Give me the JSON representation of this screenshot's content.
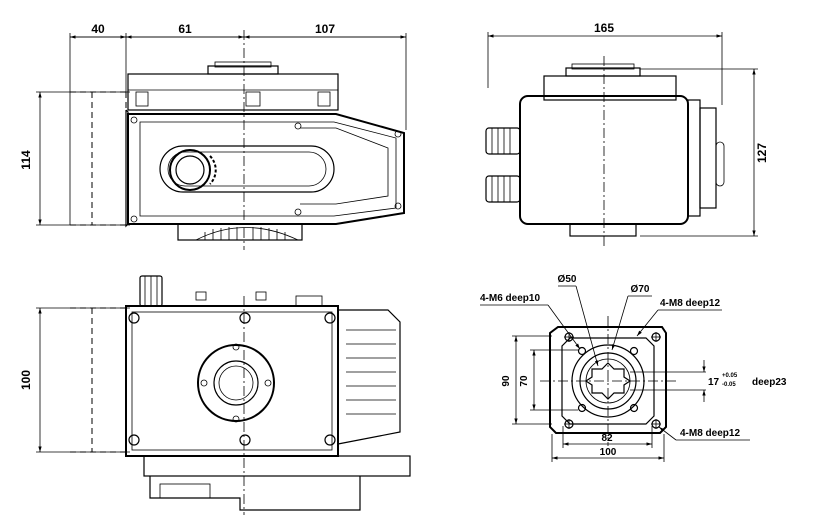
{
  "dimensions": {
    "front_left": "40",
    "front_mid": "61",
    "front_right": "107",
    "front_height": "114",
    "side_width": "165",
    "side_height": "127",
    "top_height": "100",
    "flange_dia_small": "Ø50",
    "flange_dia_large": "Ø70",
    "flange_h_outer": "90",
    "flange_h_inner": "70",
    "flange_w_inner": "82",
    "flange_w_outer": "100",
    "square_drive": "17",
    "tol_upper": "+0.05",
    "tol_lower": "-0.05",
    "drive_depth": "deep23"
  },
  "callouts": {
    "m6": "4-M6 deep10",
    "m8_top": "4-M8 deep12",
    "m8_bottom": "4-M8 deep12"
  }
}
